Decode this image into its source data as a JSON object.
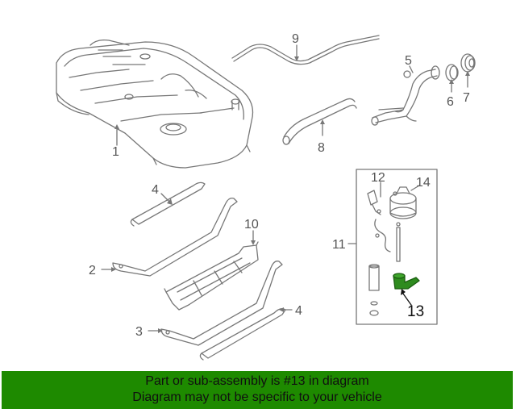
{
  "diagram": {
    "callouts": [
      {
        "id": "1",
        "text": "1"
      },
      {
        "id": "2",
        "text": "2"
      },
      {
        "id": "3",
        "text": "3"
      },
      {
        "id": "4a",
        "text": "4"
      },
      {
        "id": "4b",
        "text": "4"
      },
      {
        "id": "5",
        "text": "5"
      },
      {
        "id": "6",
        "text": "6"
      },
      {
        "id": "7",
        "text": "7"
      },
      {
        "id": "8",
        "text": "8"
      },
      {
        "id": "9",
        "text": "9"
      },
      {
        "id": "10",
        "text": "10"
      },
      {
        "id": "11",
        "text": "11"
      },
      {
        "id": "12",
        "text": "12"
      },
      {
        "id": "13",
        "text": "13"
      },
      {
        "id": "14",
        "text": "14"
      }
    ],
    "highlight_color": "#2e8b1e"
  },
  "banner": {
    "line1": "Part or sub-assembly is #13 in diagram",
    "line2": "Diagram may not be specific to your vehicle",
    "background": "#1e8a00"
  }
}
